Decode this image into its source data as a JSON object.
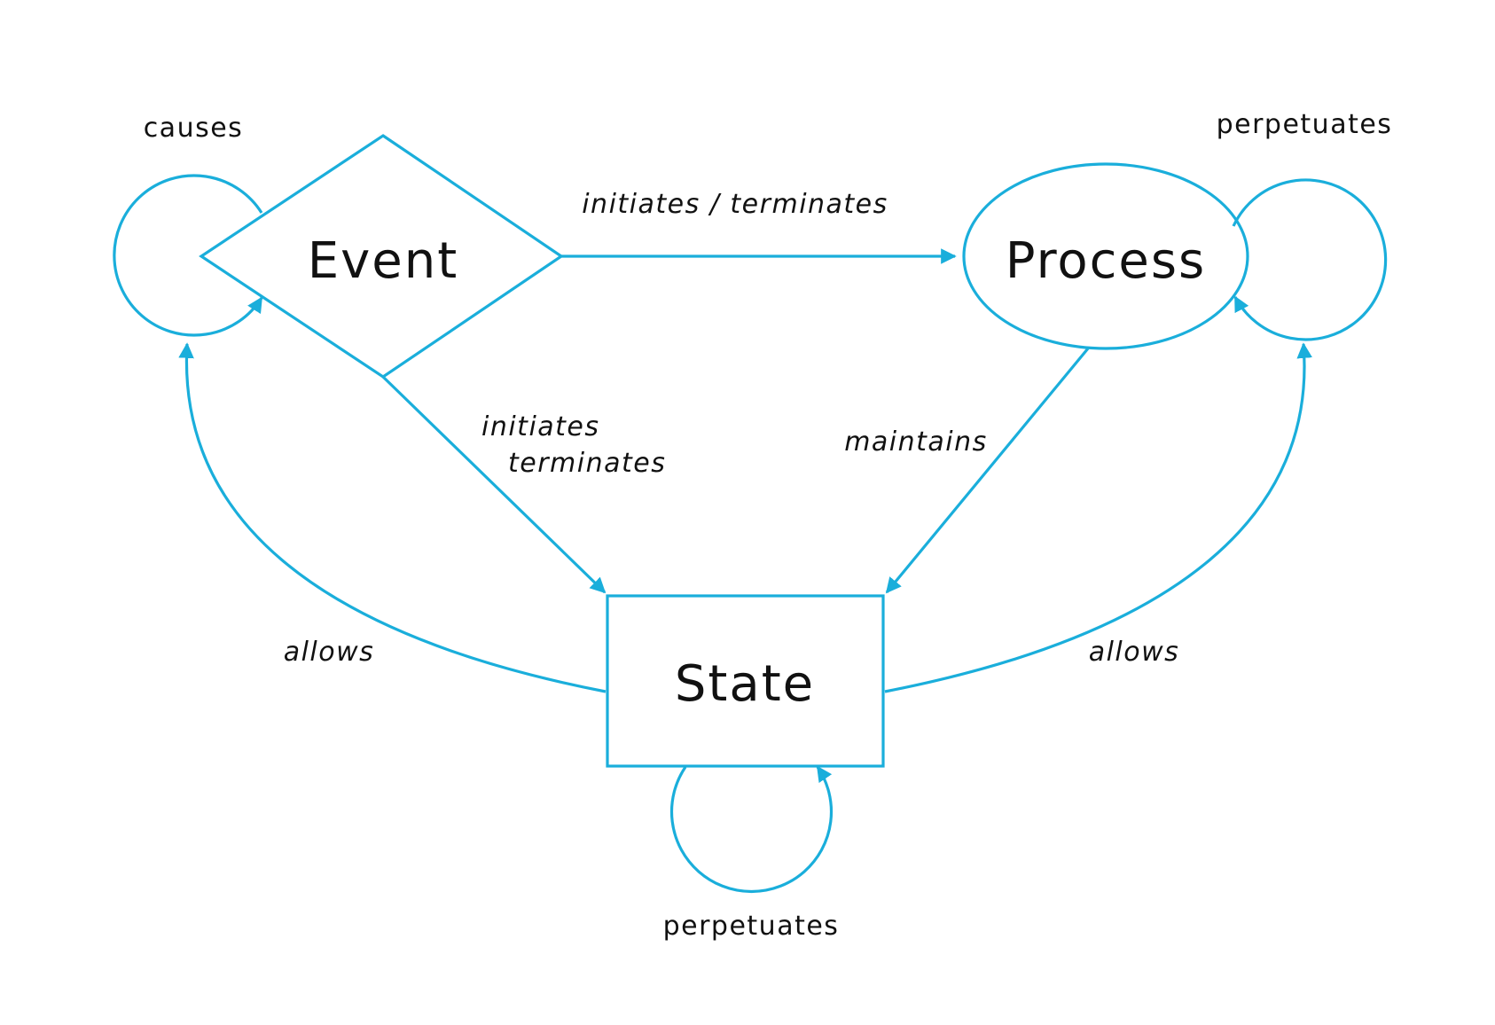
{
  "colors": {
    "accent": "#1aaedb",
    "text": "#111111",
    "background": "#ffffff"
  },
  "nodes": {
    "event": {
      "label": "Event",
      "shape": "diamond"
    },
    "process": {
      "label": "Process",
      "shape": "ellipse"
    },
    "state": {
      "label": "State",
      "shape": "rectangle"
    }
  },
  "edges": {
    "event_process": "initiates / terminates",
    "event_state_line1": "initiates",
    "event_state_line2": "terminates",
    "process_state": "maintains",
    "state_event": "allows",
    "state_process": "allows"
  },
  "self_loops": {
    "event": "causes",
    "process": "perpetuates",
    "state": "perpetuates"
  }
}
